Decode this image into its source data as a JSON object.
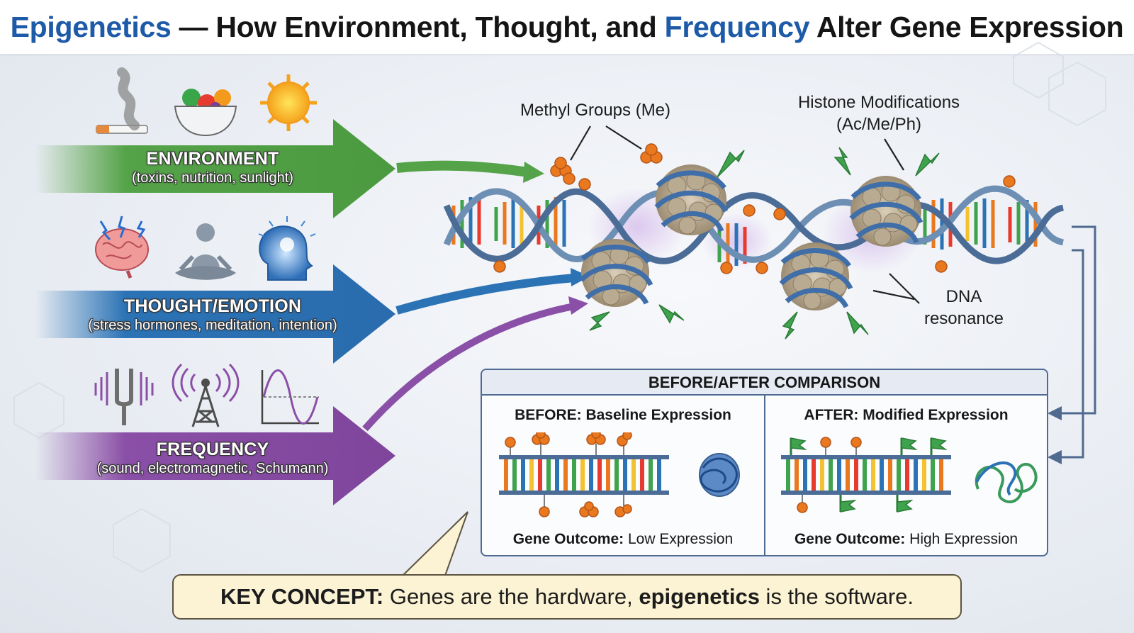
{
  "title": {
    "part1": "Epigenetics",
    "part2": " — How Environment, Thought, and ",
    "part3": "Frequency",
    "part4": " Alter Gene Expression"
  },
  "inputs": [
    {
      "name": "ENVIRONMENT",
      "subtitle": "(toxins, nutrition, sunlight)",
      "color": "#55a348"
    },
    {
      "name": "THOUGHT/EMOTION",
      "subtitle": "(stress hormones, meditation, intention)",
      "color": "#2b73b5"
    },
    {
      "name": "FREQUENCY",
      "subtitle": "(sound, electromagnetic, Schumann)",
      "color": "#8a4fa6"
    }
  ],
  "labels": {
    "methyl": "Methyl Groups (Me)",
    "histone_line1": "Histone Modifications",
    "histone_line2": "(Ac/Me/Ph)",
    "dna_line1": "DNA",
    "dna_line2": "resonance"
  },
  "comparison": {
    "heading": "BEFORE/AFTER COMPARISON",
    "before": {
      "title": "BEFORE: Baseline Expression",
      "outcome_label": "Gene Outcome:",
      "outcome_value": " Low Expression"
    },
    "after": {
      "title": "AFTER: Modified Expression",
      "outcome_label": "Gene Outcome:",
      "outcome_value": " High Expression"
    }
  },
  "key_concept": {
    "label": "KEY CONCEPT:",
    "text1": " Genes are the hardware, ",
    "emph": "epigenetics",
    "text2": " is the software."
  },
  "icons": [
    "cigarette-smoke-icon",
    "fruit-bowl-icon",
    "sun-icon",
    "brain-icon",
    "meditation-icon",
    "head-glow-icon",
    "tuning-fork-icon",
    "radio-tower-icon",
    "sine-wave-icon"
  ],
  "colors": {
    "accent_blue": "#1d5aa8",
    "methyl_orange": "#e9781f",
    "histone_green": "#3fa34d",
    "panel_border": "#4f6a93",
    "key_bg": "#fcf3d4"
  }
}
